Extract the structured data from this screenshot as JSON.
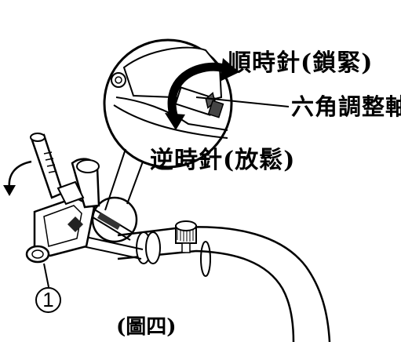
{
  "labels": {
    "clockwise": "順時針(鎖緊)",
    "hex_shaft": "六角調整軸",
    "counterclockwise": "逆時針(放鬆)",
    "callout_number": "1",
    "figure_caption": "(圖四)"
  },
  "colors": {
    "line": "#000000",
    "background": "#ffffff"
  },
  "icons": [
    "clockwise-arrow-icon",
    "counterclockwise-arrow-icon",
    "rotate-arrow-icon"
  ]
}
